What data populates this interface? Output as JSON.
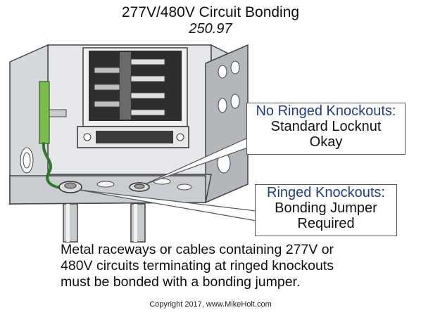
{
  "header": {
    "title": "277V/480V Circuit Bonding",
    "subtitle": "250.97"
  },
  "callouts": [
    {
      "heading": "No Ringed Knockouts:",
      "lines": [
        "Standard Locknut",
        "Okay"
      ]
    },
    {
      "heading": "Ringed Knockouts:",
      "lines": [
        "Bonding Jumper",
        "Required"
      ]
    }
  ],
  "description": {
    "lines": [
      "Metal raceways or cables containing 277V or",
      "480V circuits terminating at ringed knockouts",
      "must be bonded with a bonding jumper."
    ]
  },
  "copyright": "Copyright 2017, www.MikeHolt.com",
  "colors": {
    "box_front": "#c9ccd0",
    "box_side": "#b3b7bc",
    "box_inside": "#e6e8eb",
    "bus_bar": "#3a3a3a",
    "terminal_bar": "#7dbb4a",
    "bonding_wire": "#2a7a2a",
    "callout_heading": "#1f3d8a"
  }
}
